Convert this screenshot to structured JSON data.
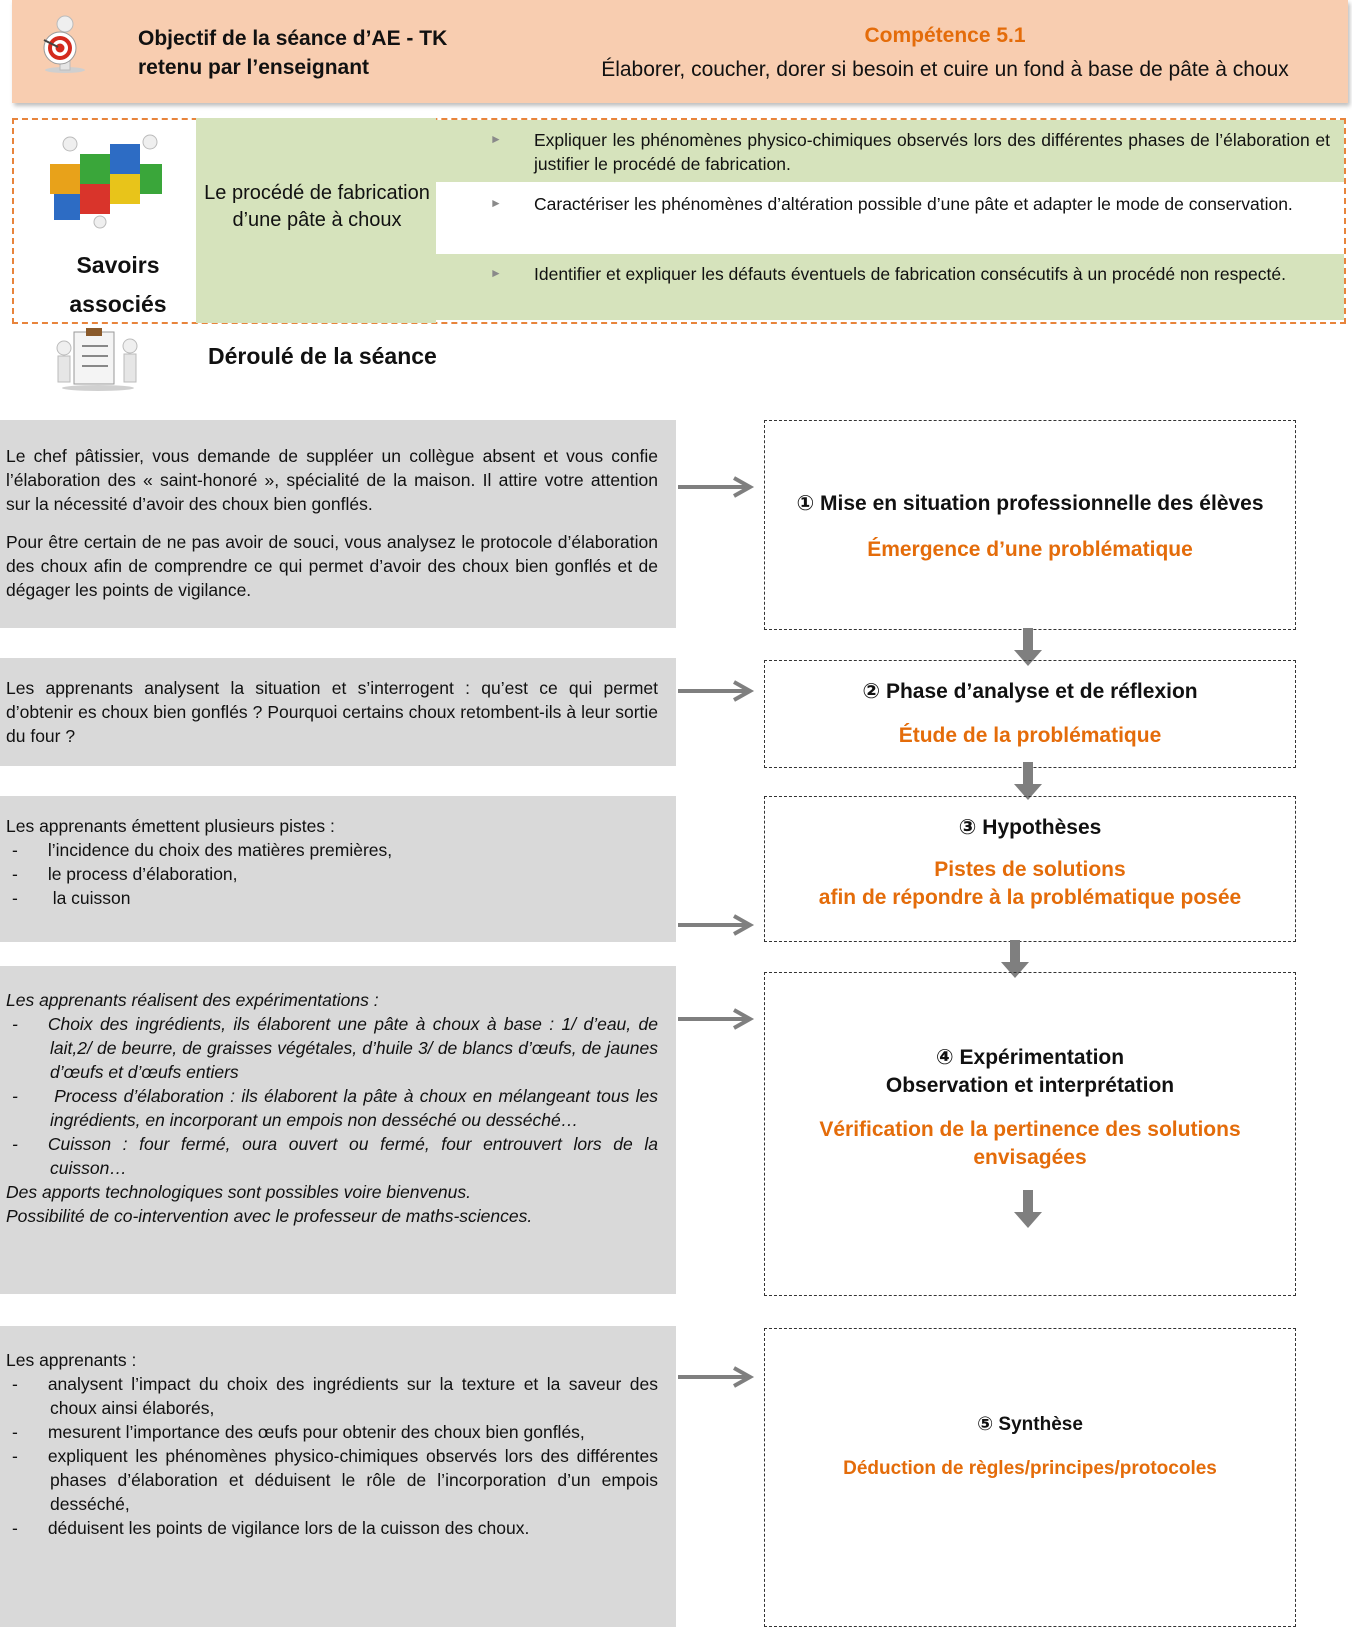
{
  "header": {
    "objective_title": "Objectif de la séance d’AE - TK retenu par l’enseignant",
    "competence_title": "Compétence 5.1",
    "competence_text": "Élaborer, coucher, dorer si besoin et cuire un fond à base de pâte à choux",
    "icon": "target-icon"
  },
  "savoirs": {
    "label_line1": "Savoirs",
    "label_line2": "associés",
    "procede": "Le procédé de fabrication d’une pâte à choux",
    "items": [
      "Expliquer les phénomènes physico-chimiques observés lors des différentes phases de l’élaboration et justifier le procédé de fabrication.",
      "Caractériser les phénomènes d’altération possible d’une pâte et adapter le mode de conservation.",
      "Identifier et expliquer les défauts éventuels de fabrication consécutifs à un procédé non respecté."
    ],
    "icon": "puzzle-icon"
  },
  "deroule": {
    "title": "Déroulé  de la séance",
    "icon": "checklist-icon"
  },
  "left_boxes": {
    "box1_p1": "Le chef pâtissier, vous demande de suppléer un collègue absent et vous confie l’élaboration des « saint-honoré », spécialité de la maison. Il attire votre attention sur la nécessité d’avoir des choux bien gonflés.",
    "box1_p2": "Pour être certain de ne pas avoir de souci, vous analysez le protocole d’élaboration des choux afin de comprendre ce qui permet d’avoir des choux bien gonflés et de dégager les points de vigilance.",
    "box2": "Les apprenants analysent la situation et s’interrogent : qu’est ce qui permet d’obtenir es choux bien gonflés ? Pourquoi certains choux retombent-ils à leur sortie du four ?",
    "box3_intro": "Les apprenants émettent plusieurs pistes :",
    "box3_items": [
      "l’incidence du choix des matières premières,",
      "le process d’élaboration,",
      " la cuisson"
    ],
    "box4_intro": "Les apprenants réalisent des expérimentations :",
    "box4_items": [
      "Choix des ingrédients, ils élaborent une pâte à choux à base : 1/ d’eau, de lait,2/ de beurre, de graisses végétales, d’huile 3/ de blancs d’œufs, de jaunes d’œufs et d’œufs entiers",
      " Process d’élaboration : ils élaborent la pâte à choux en mélangeant tous les ingrédients, en incorporant un empois non desséché ou desséché…",
      "Cuisson : four fermé, oura ouvert ou fermé, four entrouvert lors de la cuisson…"
    ],
    "box4_outro1": "Des apports technologiques sont possibles voire bienvenus.",
    "box4_outro2": "Possibilité de co-intervention avec le professeur de maths-sciences.",
    "box5_intro": " Les apprenants :",
    "box5_items": [
      "analysent l’impact du choix des ingrédients sur la texture et la saveur des choux ainsi élaborés,",
      "mesurent l’importance des œufs pour obtenir des choux bien gonflés,",
      "expliquent les phénomènes physico-chimiques observés lors des différentes phases d’élaboration et déduisent le rôle de l’incorporation d’un empois desséché,",
      "déduisent les points de vigilance lors de la cuisson des choux."
    ],
    "dash": "-"
  },
  "steps": {
    "s1_title": "① Mise en situation professionnelle des élèves",
    "s1_sub": "Émergence d’une problématique",
    "s2_title": "② Phase d’analyse et de réflexion",
    "s2_sub": "Étude de la problématique",
    "s3_title": "③ Hypothèses",
    "s3_sub1": "Pistes de solutions",
    "s3_sub2": "afin de répondre à la problématique posée",
    "s4_title1": "④ Expérimentation",
    "s4_title2": "Observation et interprétation",
    "s4_sub1": "Vérification de la pertinence des solutions",
    "s4_sub2": "envisagées",
    "s5_title": "⑤ Synthèse",
    "s5_sub": "Déduction de règles/principes/protocoles"
  },
  "colors": {
    "header_bg": "#f8cdb0",
    "accent_orange": "#e46c0a",
    "green_cell": "#d6e3bc",
    "grey_box": "#d9d9d9",
    "arrow": "#7f7f7f"
  }
}
